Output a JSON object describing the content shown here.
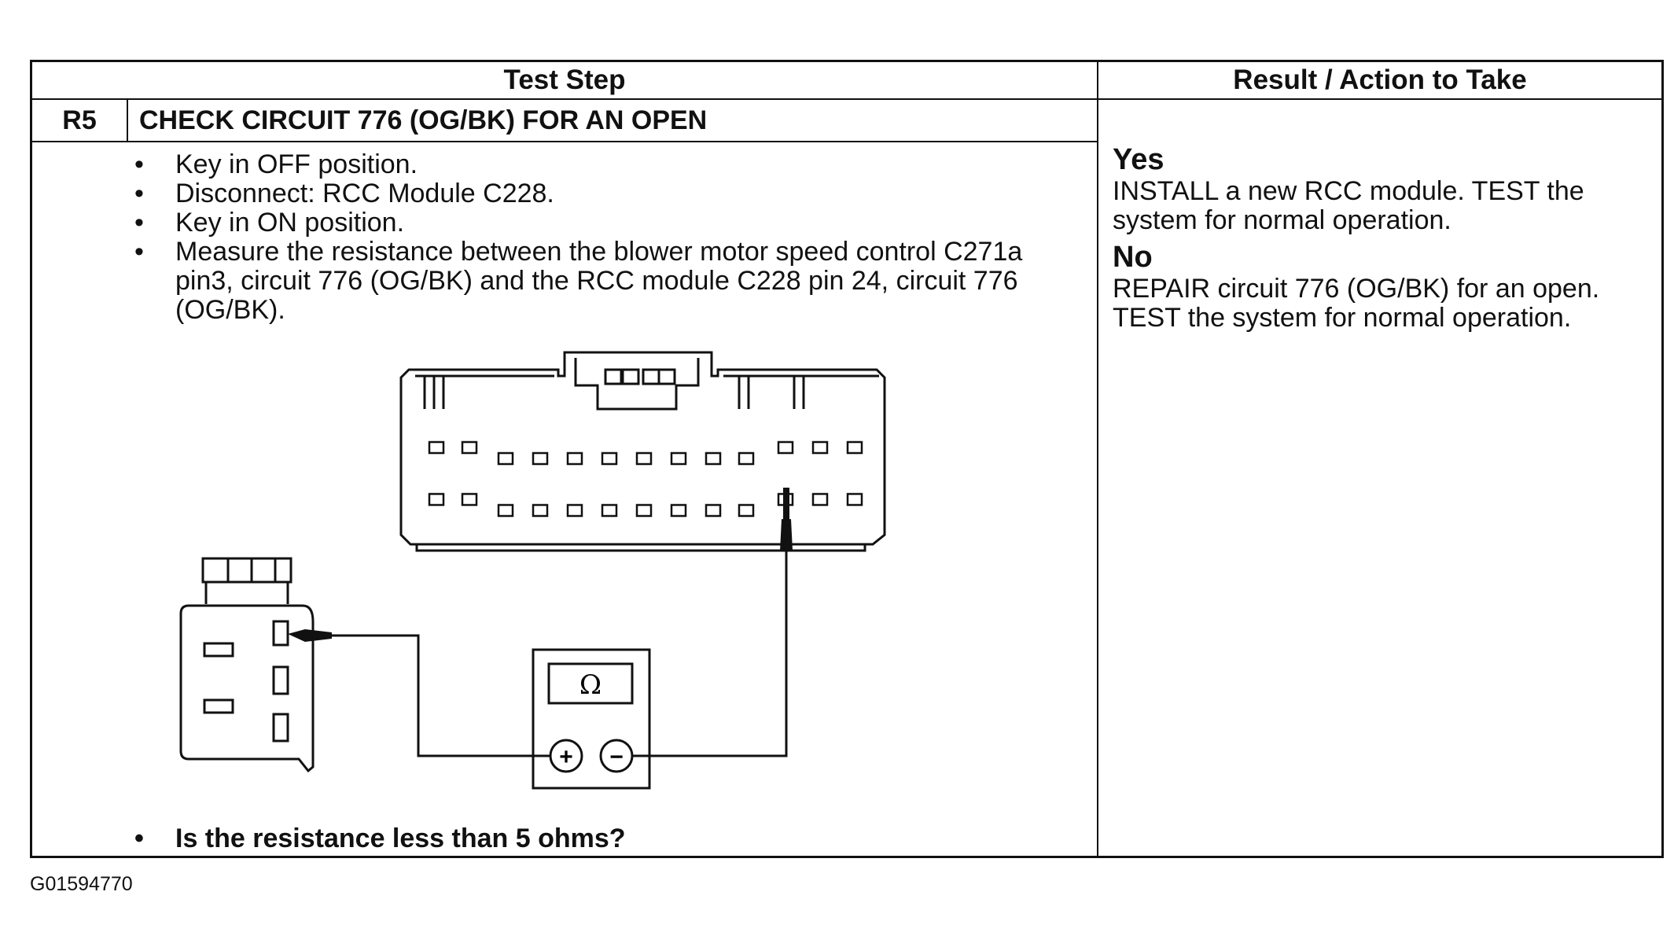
{
  "table": {
    "header_left": "Test Step",
    "header_right": "Result / Action to Take",
    "step_number": "R5",
    "step_title": "CHECK CIRCUIT 776 (OG/BK) FOR AN OPEN",
    "steps": [
      "Key in OFF position.",
      "Disconnect: RCC Module C228.",
      "Key in ON position.",
      "Measure the resistance between the blower motor speed control C271a pin3, circuit 776 (OG/BK) and the RCC module C228 pin 24, circuit 776 (OG/BK)."
    ],
    "question": "Is the resistance less than 5 ohms?"
  },
  "results": {
    "yes_label": "Yes",
    "yes_text": "INSTALL a new RCC module. TEST the system for normal operation.",
    "no_label": "No",
    "no_text": "REPAIR circuit 776 (OG/BK) for an open. TEST the system for normal operation."
  },
  "diagram": {
    "meter_symbol": "Ω",
    "plus_symbol": "+",
    "minus_symbol": "−"
  },
  "figure_id": "G01594770"
}
